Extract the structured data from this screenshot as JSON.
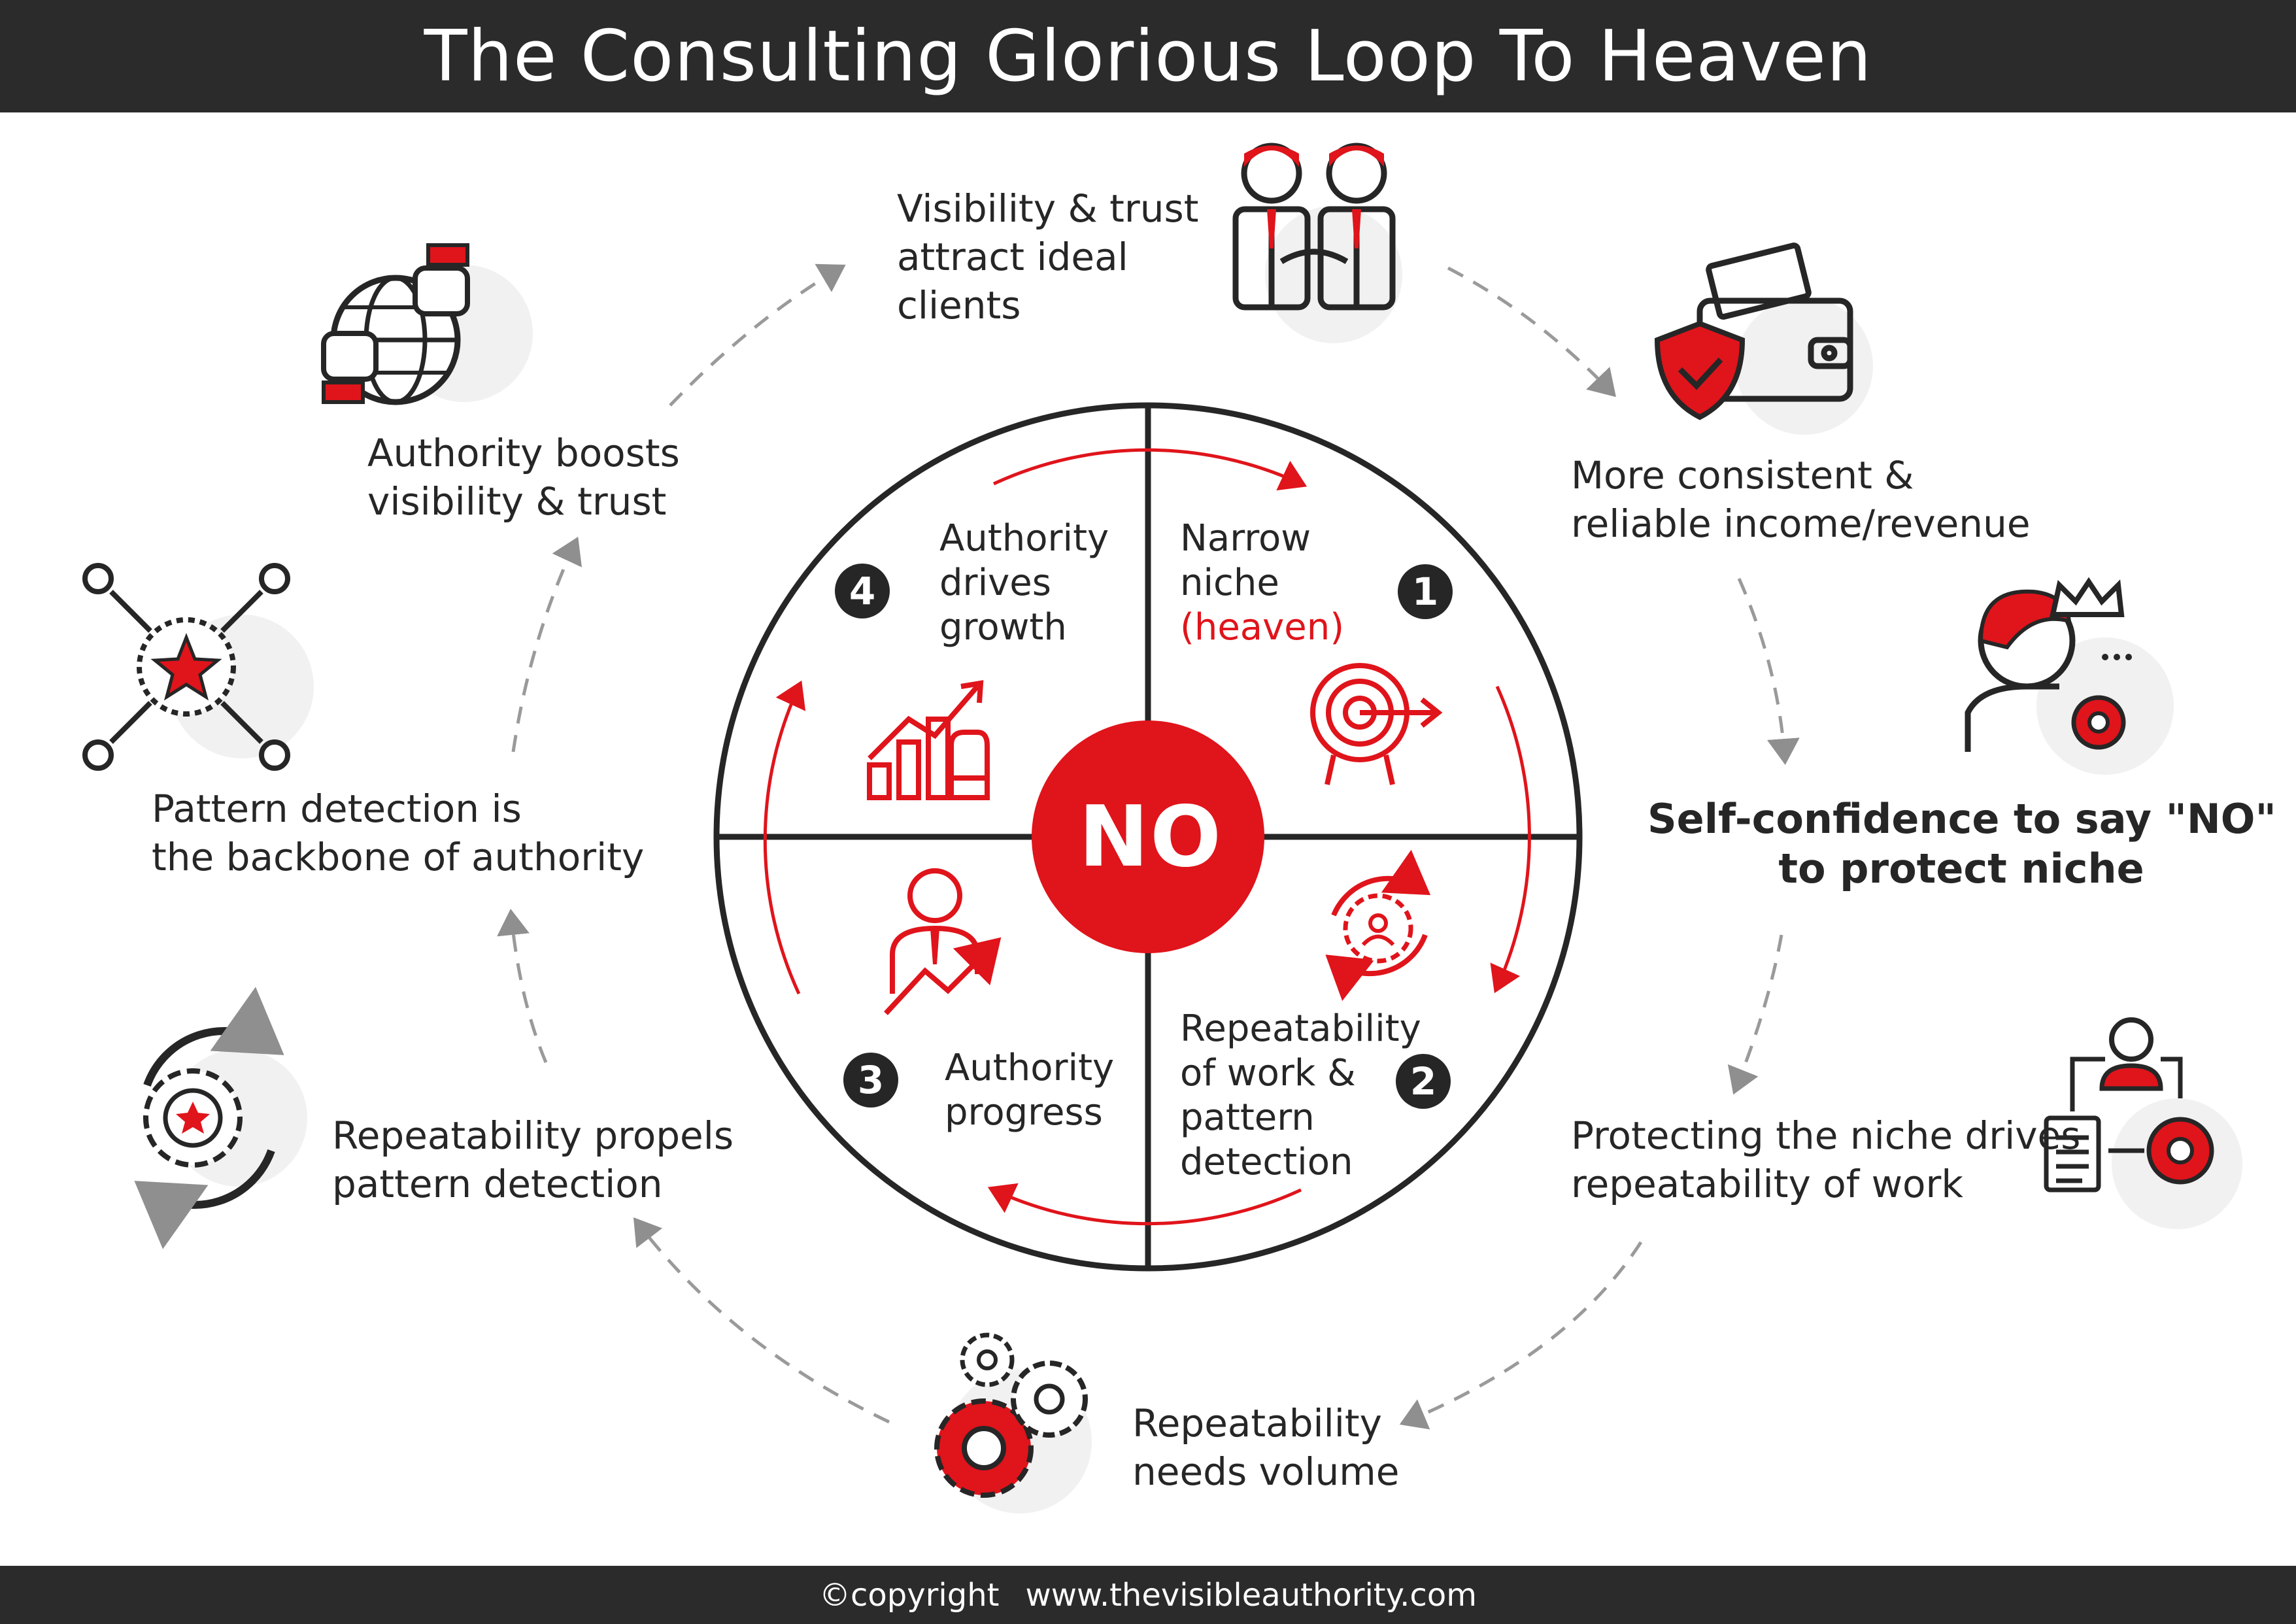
{
  "title": "The Consulting Glorious Loop To Heaven",
  "footer": {
    "copyright": "©copyright",
    "website": "www.thevisibleauthority.com"
  },
  "center": {
    "text": "NO"
  },
  "quadrants": [
    {
      "number": "1",
      "lines": [
        "Narrow",
        "niche"
      ],
      "highlight": "(heaven)",
      "icon": "target-icon"
    },
    {
      "number": "2",
      "lines": [
        "Repeatability",
        "of work &",
        "pattern",
        "detection"
      ],
      "icon": "gear-cycle-icon"
    },
    {
      "number": "3",
      "lines": [
        "Authority",
        "progress"
      ],
      "icon": "person-growth-icon"
    },
    {
      "number": "4",
      "lines": [
        "Authority",
        "drives",
        "growth"
      ],
      "icon": "bar-chart-icon"
    }
  ],
  "outer_steps": [
    {
      "lines": [
        "Visibility & trust",
        "attract ideal",
        "clients"
      ],
      "icon": "handshake-people-icon"
    },
    {
      "lines": [
        "More consistent &",
        "reliable income/revenue"
      ],
      "icon": "wallet-shield-icon"
    },
    {
      "lines": [
        "Self-confidence to say \"NO\"",
        "to protect niche"
      ],
      "icon": "confident-king-icon"
    },
    {
      "lines": [
        "Protecting the niche drives",
        "repeatability of work"
      ],
      "icon": "workflow-icon"
    },
    {
      "lines": [
        "Repeatability",
        "needs volume"
      ],
      "icon": "gears-icon"
    },
    {
      "lines": [
        "Repeatability propels",
        "pattern detection"
      ],
      "icon": "rotating-gear-icon"
    },
    {
      "lines": [
        "Pattern detection is",
        "the backbone of authority"
      ],
      "icon": "network-star-icon"
    },
    {
      "lines": [
        "Authority boosts",
        "visibility & trust"
      ],
      "icon": "globe-hands-icon"
    }
  ],
  "colors": {
    "accent": "#e0141b",
    "dark": "#262626",
    "header": "#2b2b2b",
    "arrow": "#9a9a9a"
  }
}
